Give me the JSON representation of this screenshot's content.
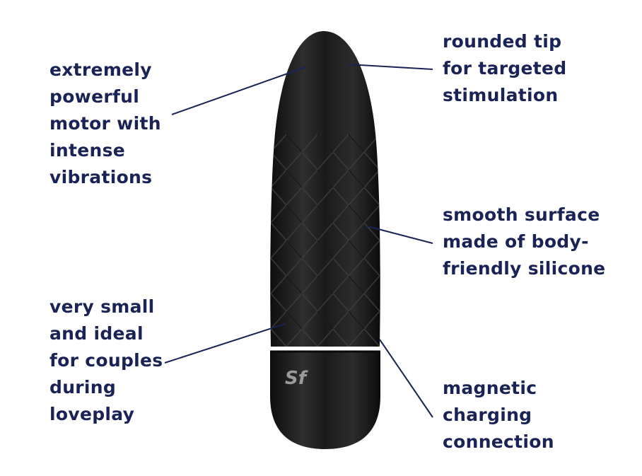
{
  "product": {
    "logo_text": "Sf",
    "color": "#1c1c1c"
  },
  "colors": {
    "label_text": "#1a2355",
    "callout_line": "#1a2355",
    "background": "#ffffff"
  },
  "callouts": [
    {
      "id": "motor",
      "text": "extremely\npowerful\nmotor with\nintense\nvibrations"
    },
    {
      "id": "tip",
      "text": "rounded tip\nfor targeted\nstimulation"
    },
    {
      "id": "surface",
      "text": "smooth surface\nmade of body-\nfriendly silicone"
    },
    {
      "id": "size",
      "text": "very small\nand ideal\nfor couples\nduring\nloveplay"
    },
    {
      "id": "charging",
      "text": "magnetic\ncharging\nconnection"
    }
  ]
}
